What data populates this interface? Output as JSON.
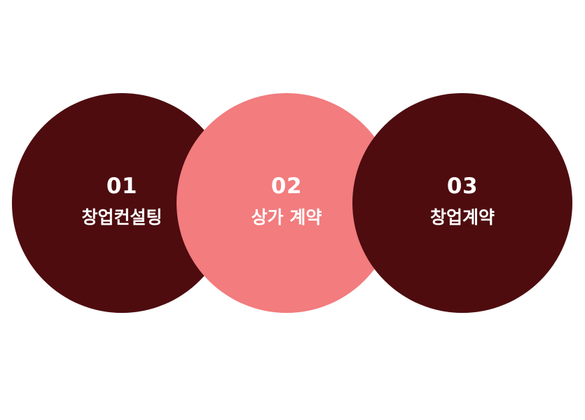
{
  "steps": [
    {
      "number": "01",
      "label": "창업컨설팅",
      "color": "#4e0c0f"
    },
    {
      "number": "02",
      "label": "상가 계약",
      "color": "#f27c7e"
    },
    {
      "number": "03",
      "label": "창업계약",
      "color": "#4e0c0f"
    }
  ]
}
